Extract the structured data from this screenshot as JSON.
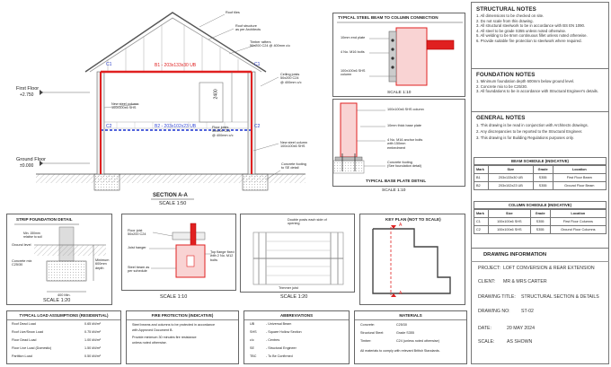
{
  "section": {
    "title": "SECTION A-A",
    "scale": "SCALE 1:50",
    "roof_tiles": "Roof tiles",
    "roof_structure": "Roof structure\nas per Architects",
    "timber_rafters": "Timber rafters\n50x200 C24 @ 400mm c/c",
    "ceiling_joists": "Ceiling joists\n50x200 C24\n@ 400mm c/c",
    "beam_b1": "B1 - 203x133x30 UB",
    "beam_b2": "B2 - 203x102x23 UB",
    "col_c1": "C1",
    "col_c2": "C2",
    "new_steel_col_1": "New steel column\n100x100x6 SHS",
    "new_steel_col_2": "New steel column\n100x100x6 SHS",
    "floor_joists": "Floor joists\n50x200 C24\n@ 400mm c/c",
    "concrete_footing": "Concrete footing\nto SE detail",
    "first_floor": "First Floor",
    "first_floor_level": "+2.750",
    "ground_floor": "Ground Floor",
    "ground_floor_level": "±0.000",
    "dim_2400": "2400"
  },
  "connection": {
    "title": "TYPICAL STEEL BEAM TO COLUMN CONNECTION",
    "end_plate": "10mm end plate",
    "bolts": "4 No. M16 bolts",
    "column": "100x100x6 SHS\ncolumn",
    "scale": "SCALE 1:10"
  },
  "base_plate": {
    "title": "TYPICAL BASE PLATE DETAIL",
    "shs_column": "100x100x6 SHS column",
    "thick_plate": "10mm thick base plate",
    "anchor_bolts": "4 No. M16 anchor bolts\nwith 150mm\nembedment",
    "concrete_footing": "Concrete footing\n(See foundation detail)",
    "scale": "SCALE 1:10"
  },
  "strip_foundation": {
    "title": "STRIP FOUNDATION DETAIL",
    "min_relative": "Min. 150mm\nrelative to soil",
    "ground_level": "Ground level",
    "concrete": "Concrete mix\nC25/30",
    "minimum_depth": "Minimum\n600mm\ndepth",
    "width": "400 Min.",
    "scale": "SCALE 1:20"
  },
  "joist_detail": {
    "floor_joist": "Floor joist\n50x200 C24",
    "joist_hanger": "Joist hanger",
    "top_flange": "Top flange fixed\nwith 2 No. M12\nbolts",
    "steel_beam": "Steel beam as\nper schedule",
    "scale": "SCALE 1:10"
  },
  "opening_detail": {
    "double_posts": "Double posts each side of\nopening",
    "trimmer_joist": "Trimmer joist",
    "scale": "SCALE 1:20"
  },
  "key_plan": {
    "title": "KEY PLAN (NOT TO SCALE)",
    "label_a": "A"
  },
  "structural_notes": {
    "title": "STRUCTURAL NOTES",
    "lines": [
      "1. All dimensions to be checked on site.",
      "2. Do not scale from this drawing.",
      "3. All structural steelwork to be in accordance with BS EN 1090.",
      "4. All steel to be grade S355 unless noted otherwise.",
      "5. All welding to be 6mm continuous fillet unless noted otherwise.",
      "6. Provide suitable fire protection to steelwork where required."
    ]
  },
  "foundation_notes": {
    "title": "FOUNDATION NOTES",
    "lines": [
      "1. Minimum foundation depth 600mm below ground level.",
      "2. Concrete mix to be C25/30.",
      "3. All foundations to be in accordance with Structural Engineer's details."
    ]
  },
  "general_notes": {
    "title": "GENERAL NOTES",
    "lines": [
      "1. This drawing is be read in conjunction with Architects drawings.",
      "2. Any discrepancies to be reported to the Structural Engineer.",
      "3. This drawing is for Building Regulations purposes only."
    ]
  },
  "beam_schedule": {
    "title": "BEAM SCHEDULE (INDICATIVE)",
    "headers": [
      "Mark",
      "Size",
      "Grade",
      "Location"
    ],
    "rows": [
      [
        "B1",
        "203x133x30 UB",
        "S355",
        "First Floor Beam"
      ],
      [
        "B2",
        "203x102x23 UB",
        "S355",
        "Ground Floor Beam"
      ]
    ]
  },
  "column_schedule": {
    "title": "COLUMN SCHEDULE (INDICATIVE)",
    "headers": [
      "Mark",
      "Size",
      "Grade",
      "Location"
    ],
    "rows": [
      [
        "C1",
        "100x100x6 SHS",
        "S355",
        "First Floor Columns"
      ],
      [
        "C2",
        "100x100x6 SHS",
        "S355",
        "Ground Floor Columns"
      ]
    ]
  },
  "drawing_info": {
    "title": "DRAWING INFORMATION",
    "rows": [
      {
        "label": "PROJECT:",
        "value": "LOFT CONVERSION & REAR EXTENSION"
      },
      {
        "label": "CLIENT:",
        "value": "MR & MRS CARTER"
      },
      {
        "label": "DRAWING TITLE:",
        "value": "STRUCTURAL SECTION & DETAILS"
      },
      {
        "label": "DRAWING NO:",
        "value": "ST-02"
      },
      {
        "label": "DATE:",
        "value": "20 MAY 2024"
      },
      {
        "label": "SCALE:",
        "value": "AS SHOWN"
      }
    ]
  },
  "load_assumptions": {
    "title": "TYPICAL LOAD ASSUMPTIONS (RESIDENTIAL)",
    "rows": [
      {
        "label": "Roof Dead Load",
        "value": "0.65 kN/m²"
      },
      {
        "label": "Roof Live/Snow Load",
        "value": "0.75 kN/m²"
      },
      {
        "label": "Floor Dead Load",
        "value": "1.00 kN/m²"
      },
      {
        "label": "Floor Live Load (Domestic)",
        "value": "1.50 kN/m²"
      },
      {
        "label": "Partition Load",
        "value": "0.50 kN/m²"
      }
    ]
  },
  "fire_protection": {
    "title": "FIRE PROTECTION (INDICATIVE)",
    "lines": [
      "Steel beams and columns to be protected in accordance",
      "with Approved Document B.",
      "Provide minimum 30 minutes fire resistance",
      "unless noted otherwise."
    ]
  },
  "abbreviations": {
    "title": "ABBREVIATIONS",
    "rows": [
      {
        "abbr": "UB",
        "meaning": "- Universal Beam"
      },
      {
        "abbr": "SHS",
        "meaning": "- Square Hollow Section"
      },
      {
        "abbr": "c/c",
        "meaning": "- Centres"
      },
      {
        "abbr": "SE",
        "meaning": "- Structural Engineer"
      },
      {
        "abbr": "TBC",
        "meaning": "- To Be Confirmed"
      }
    ]
  },
  "materials": {
    "title": "MATERIALS",
    "rows": [
      {
        "label": "Concrete:",
        "value": "C25/30"
      },
      {
        "label": "Structural Steel:",
        "value": "Grade S355"
      },
      {
        "label": "Timber:",
        "value": "C24 (unless noted otherwise)"
      }
    ],
    "footer": "All materials to comply with relevant British Standards."
  },
  "colors": {
    "steel": "#e02020",
    "beam_b2": "#3a4fd6",
    "column_label": "#2a3ec8",
    "hatch": "#888888"
  }
}
